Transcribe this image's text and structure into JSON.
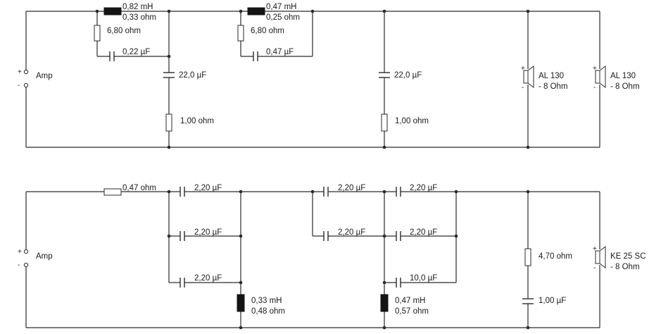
{
  "top": {
    "amp_label": "Amp",
    "plus": "+",
    "minus": "-",
    "l1_value": "0,82 mH",
    "l1_dcr": "0,33 ohm",
    "r1": "6,80 ohm",
    "c1": "0,22 µF",
    "c2": "22,0 µF",
    "r2": "1,00 ohm",
    "l2_value": "0,47 mH",
    "l2_dcr": "0,25 ohm",
    "r3": "6,80 ohm",
    "c3": "0,47 µF",
    "c4": "22,0 µF",
    "r4": "1,00 ohm",
    "spk1_name": "AL 130",
    "spk1_imp": "- 8 Ohm",
    "spk2_name": "AL 130",
    "spk2_imp": "- 8 Ohm"
  },
  "bottom": {
    "amp_label": "Amp",
    "plus": "+",
    "minus": "-",
    "r1": "0,47 ohm",
    "c1": "2,20 µF",
    "c2": "2,20 µF",
    "c3": "2,20 µF",
    "l1_value": "0,33 mH",
    "l1_dcr": "0,48 ohm",
    "c4": "2,20 µF",
    "c5": "2,20 µF",
    "c6": "2,20 µF",
    "c7": "2,20 µF",
    "c8": "10,0 µF",
    "l2_value": "0,47 mH",
    "l2_dcr": "0,57 ohm",
    "r2": "4,70 ohm",
    "c9": "1,00 µF",
    "spk_name": "KE 25 SC",
    "spk_imp": "- 8 Ohm"
  }
}
